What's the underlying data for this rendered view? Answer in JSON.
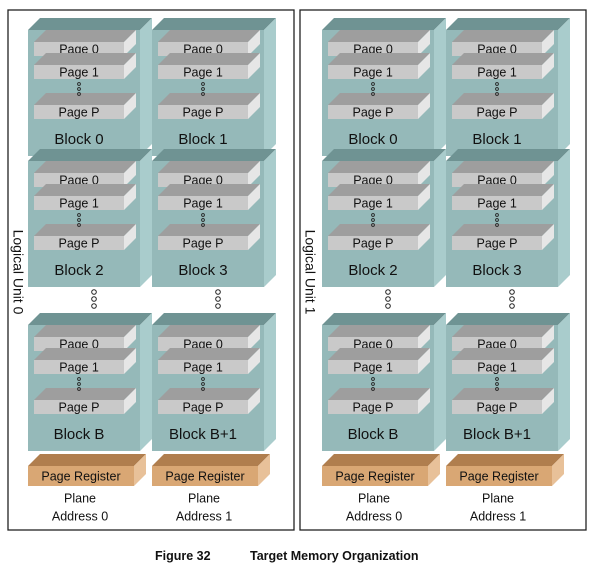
{
  "logical_units": [
    {
      "label": "Logical Unit 0",
      "blocks": [
        {
          "label": "Block 0",
          "pages": [
            "Page 0",
            "Page 1",
            "Page P"
          ]
        },
        {
          "label": "Block 1",
          "pages": [
            "Page 0",
            "Page 1",
            "Page P"
          ]
        },
        {
          "label": "Block 2",
          "pages": [
            "Page 0",
            "Page 1",
            "Page P"
          ]
        },
        {
          "label": "Block 3",
          "pages": [
            "Page 0",
            "Page 1",
            "Page P"
          ]
        },
        {
          "label": "Block B",
          "pages": [
            "Page 0",
            "Page 1",
            "Page P"
          ]
        },
        {
          "label": "Block B+1",
          "pages": [
            "Page 0",
            "Page 1",
            "Page P"
          ]
        }
      ],
      "registers": [
        "Page Register",
        "Page Register"
      ],
      "planes": [
        {
          "line1": "Plane",
          "line2": "Address 0"
        },
        {
          "line1": "Plane",
          "line2": "Address 1"
        }
      ]
    },
    {
      "label": "Logical Unit 1",
      "blocks": [
        {
          "label": "Block 0",
          "pages": [
            "Page 0",
            "Page 1",
            "Page P"
          ]
        },
        {
          "label": "Block 1",
          "pages": [
            "Page 0",
            "Page 1",
            "Page P"
          ]
        },
        {
          "label": "Block 2",
          "pages": [
            "Page 0",
            "Page 1",
            "Page P"
          ]
        },
        {
          "label": "Block 3",
          "pages": [
            "Page 0",
            "Page 1",
            "Page P"
          ]
        },
        {
          "label": "Block B",
          "pages": [
            "Page 0",
            "Page 1",
            "Page P"
          ]
        },
        {
          "label": "Block B+1",
          "pages": [
            "Page 0",
            "Page 1",
            "Page P"
          ]
        }
      ],
      "registers": [
        "Page Register",
        "Page Register"
      ],
      "planes": [
        {
          "line1": "Plane",
          "line2": "Address 0"
        },
        {
          "line1": "Plane",
          "line2": "Address 1"
        }
      ]
    }
  ],
  "caption": {
    "figure": "Figure 32",
    "title": "Target Memory Organization"
  },
  "colors": {
    "block_front": "#95b9b9",
    "block_top": "#6f9393",
    "block_side": "#a9cccc",
    "page_front": "#c9c9c9",
    "page_top": "#9e9e9e",
    "page_side": "#e6e6e6",
    "register_front": "#d9a774",
    "register_top": "#b07e4e",
    "register_side": "#e8c199"
  }
}
